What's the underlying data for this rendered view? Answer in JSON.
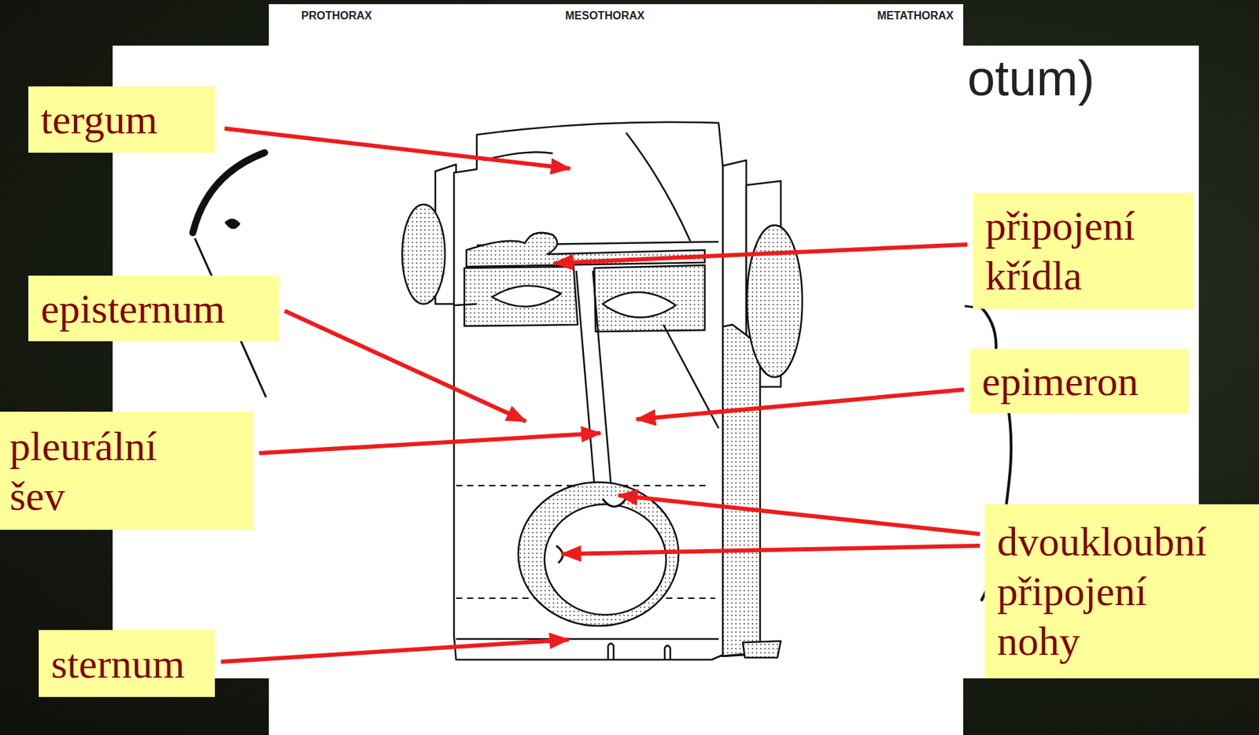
{
  "diagram": {
    "nodes": [
      {
        "text": [
          "tergum"
        ]
      },
      {
        "text": [
          "připojení křídla"
        ]
      },
      {
        "text": [
          "episternum"
        ]
      },
      {
        "text": [
          "epimeron"
        ]
      },
      {
        "text": [
          "pleurální šev"
        ]
      },
      {
        "text": [
          "dvoukloubní připojení nohy"
        ]
      },
      {
        "text": [
          "sternum"
        ]
      }
    ],
    "labels": [
      "PROTHORAX",
      "MESOTHORAX",
      "METATHORAX",
      "otum)"
    ]
  }
}
